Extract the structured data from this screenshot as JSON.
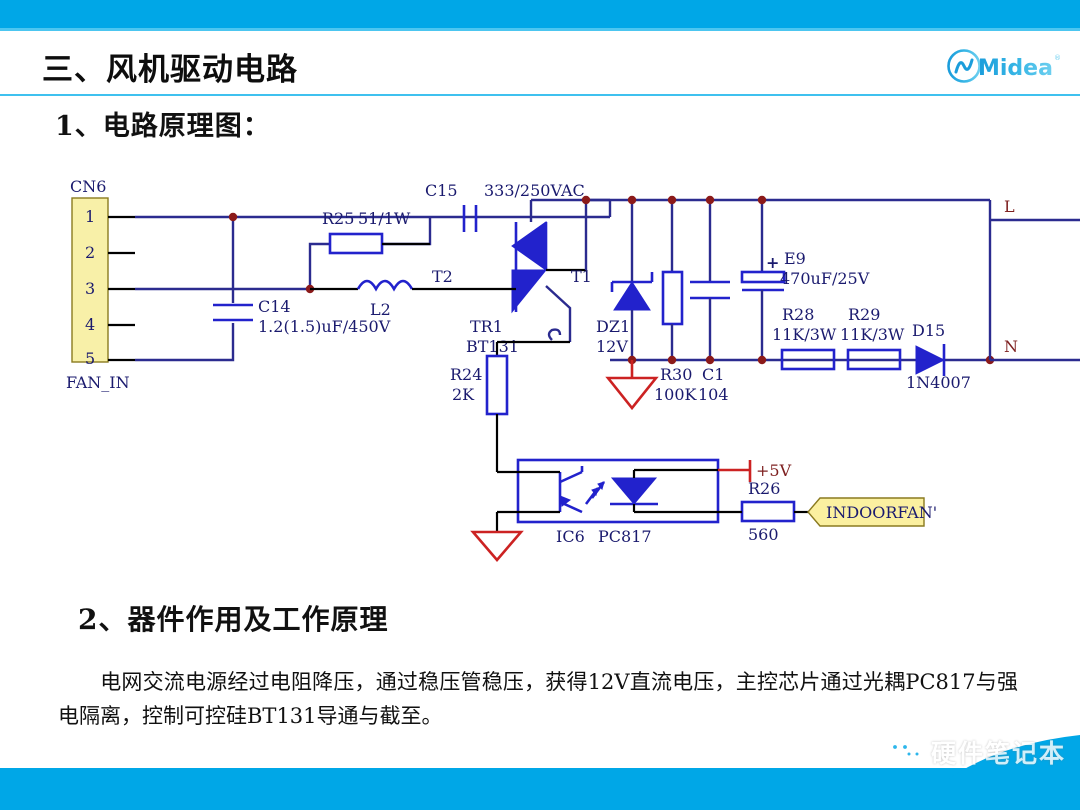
{
  "header": {
    "title": "三、风机驱动电路",
    "logo_text": "Midea",
    "logo_name": "midea-logo"
  },
  "sections": {
    "heading_1": "1、电路原理图：",
    "heading_2": "2、器件作用及工作原理"
  },
  "body": {
    "paragraph": "电网交流电源经过电阻降压，通过稳压管稳压，获得12V直流电压，主控芯片通过光耦PC817与强电隔离，控制可控硅BT131导通与截至。"
  },
  "footer": {
    "watermark_text": "硬件笔记本",
    "watermark_icon": "wechat-icon"
  },
  "colors": {
    "accent_blue": "#00a7e7",
    "header_rule": "#3fc1ef",
    "wire_navy": "#2b2b8f",
    "wire_black": "#000000",
    "component_blue": "#2222cc",
    "label_navy": "#1a1a6e",
    "label_maroon": "#7d1f1f",
    "junction_red": "#8b1a1a",
    "ground_red": "#cc2222",
    "net_flag_fill": "#fbf0a0",
    "connector_fill": "#f8f0a8",
    "rail_red": "#cc2222"
  },
  "circuit": {
    "connector": {
      "ref": "CN6",
      "name": "FAN_IN",
      "pins": [
        "1",
        "2",
        "3",
        "4",
        "5"
      ]
    },
    "components": [
      {
        "ref": "C14",
        "value": "1.2(1.5)uF/450V",
        "type": "capacitor"
      },
      {
        "ref": "R25",
        "value": "51/1W",
        "type": "resistor"
      },
      {
        "ref": "L2",
        "value": "",
        "type": "inductor"
      },
      {
        "ref": "C15",
        "value": "333/250VAC",
        "type": "capacitor"
      },
      {
        "ref": "TR1",
        "value": "BT131",
        "type": "triac"
      },
      {
        "ref": "DZ1",
        "value": "12V",
        "type": "zener-diode"
      },
      {
        "ref": "R30",
        "value": "100K",
        "type": "resistor"
      },
      {
        "ref": "C1",
        "value": "104",
        "type": "capacitor"
      },
      {
        "ref": "E9",
        "value": "470uF/25V",
        "type": "electrolytic-capacitor"
      },
      {
        "ref": "R28",
        "value": "11K/3W",
        "type": "resistor"
      },
      {
        "ref": "R29",
        "value": "11K/3W",
        "type": "resistor"
      },
      {
        "ref": "D15",
        "value": "1N4007",
        "type": "diode"
      },
      {
        "ref": "R24",
        "value": "2K",
        "type": "resistor"
      },
      {
        "ref": "IC6",
        "value": "PC817",
        "type": "optocoupler"
      },
      {
        "ref": "R26",
        "value": "560",
        "type": "resistor"
      }
    ],
    "labels": {
      "triac_t1": "T1",
      "triac_t2": "T2",
      "rail_l": "L",
      "rail_n": "N",
      "rail_5v": "+5V",
      "plus_sign": "+"
    },
    "net_flag": "INDOORFAN'"
  }
}
